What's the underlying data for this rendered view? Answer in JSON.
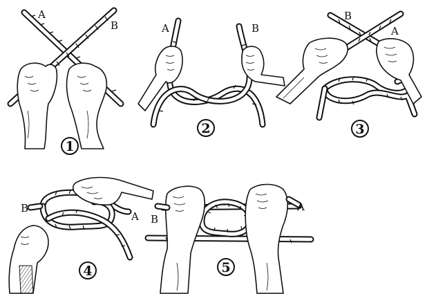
{
  "steps": [
    {
      "number": "1",
      "end_labels": [
        "A",
        "B"
      ]
    },
    {
      "number": "2",
      "end_labels": [
        "A",
        "B"
      ]
    },
    {
      "number": "3",
      "end_labels": [
        "B",
        "A"
      ]
    },
    {
      "number": "4",
      "end_labels": [
        "B",
        "A"
      ]
    },
    {
      "number": "5",
      "end_labels": [
        "B",
        "A"
      ]
    }
  ]
}
